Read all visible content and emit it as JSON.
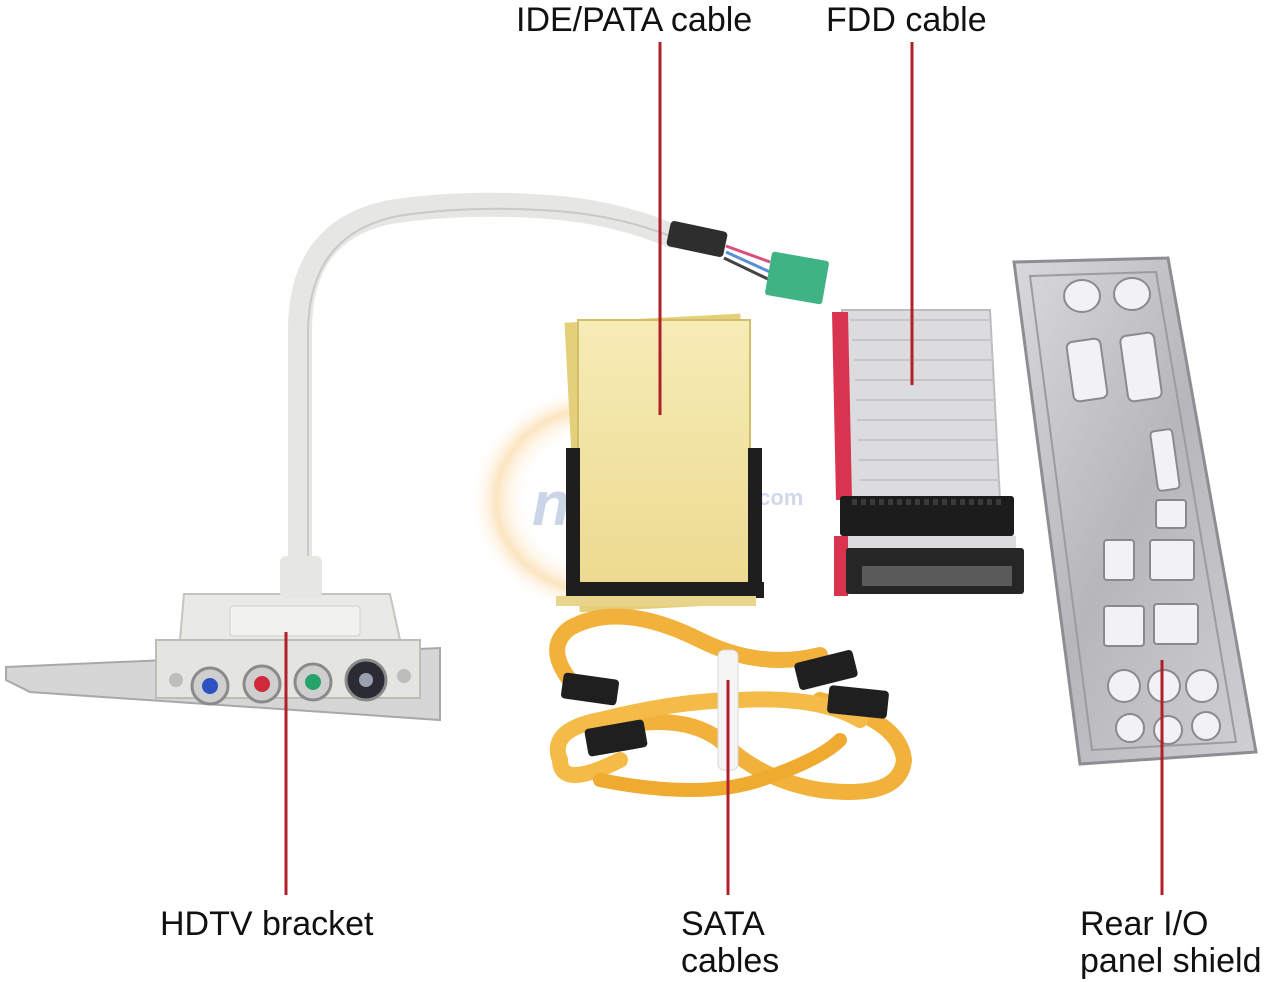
{
  "labels": {
    "ide_cable": "IDE/PATA cable",
    "fdd_cable": "FDD cable",
    "hdtv_bracket": "HDTV bracket",
    "sata_line1": "SATA",
    "sata_line2": "cables",
    "rear_line1": "Rear I/O",
    "rear_line2": "panel shield"
  },
  "watermark": {
    "text": "newegg",
    "suffix": ".com"
  },
  "colors": {
    "leader_line": "#b0202a",
    "sata_cable": "#f2b13a",
    "ide_cable_wrap": "#f3e6a6",
    "fdd_ribbon": "#d8d8da",
    "fdd_stripe": "#d9344f",
    "io_shield": "#b8b8bc",
    "bracket_cable": "#e8e8e6"
  }
}
